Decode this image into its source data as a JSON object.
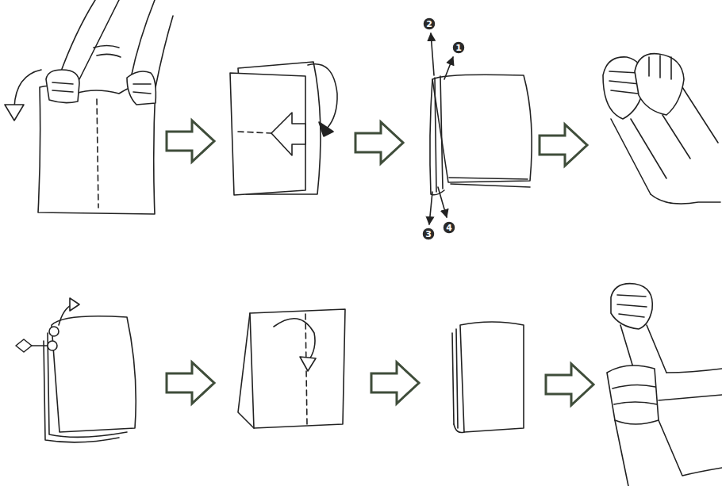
{
  "diagram": {
    "nodes": [
      {
        "text": [
          "2"
        ]
      },
      {
        "text": [
          "1"
        ]
      },
      {
        "text": [
          "4"
        ]
      },
      {
        "text": [
          "3"
        ]
      }
    ]
  }
}
